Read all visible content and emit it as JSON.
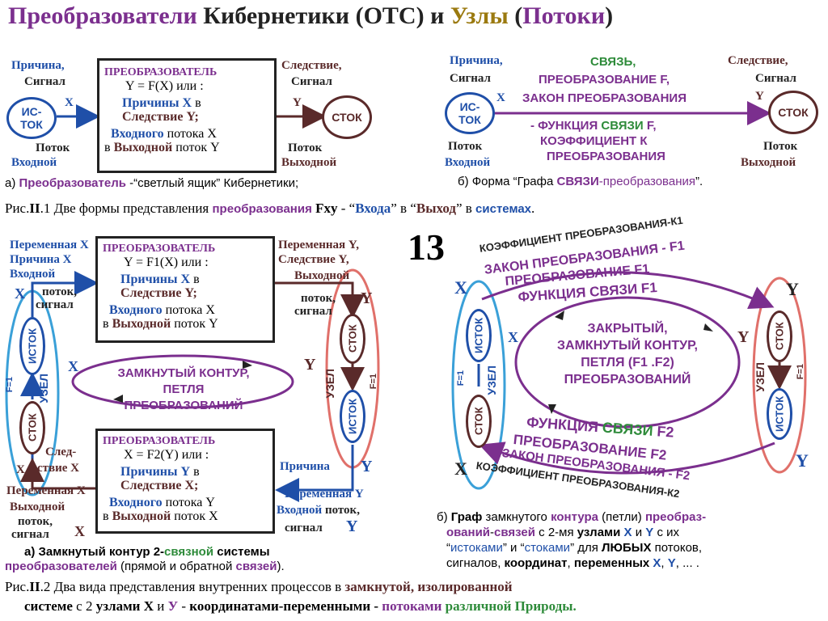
{
  "title": {
    "w1": "Преобразователи",
    "w2": "Кибернетики (ОТС) и",
    "w3": "Узлы",
    "w4": "(",
    "w5": "Потоки",
    ")": ")"
  },
  "page_number": "13",
  "top_left": {
    "cause": "Причина,",
    "signal": "Сигнал",
    "x": "X",
    "source1": "ИС-",
    "source2": "ТОК",
    "flow": "Поток",
    "input": "Входной",
    "box": {
      "title": "ПРЕОБРАЗОВАТЕЛЬ",
      "eq": "Y = F(X)  или :",
      "l2a": "Причины X",
      "l2b": " в",
      "l3": "Следствие Y;",
      "l4a": "Входного",
      "l4b": " потока X",
      "l5a": "в ",
      "l5b": "Выходной",
      "l5c": " поток Y"
    },
    "effect": "Следствие,",
    "signal2": "Сигнал",
    "y": "Y",
    "sink": "СТОК",
    "flow2": "Поток",
    "output": "Выходной",
    "caption_a": "а) ",
    "caption_b": "Преобразователь",
    "caption_c": " -“светлый ящик” Кибернетики;"
  },
  "top_right": {
    "cause": "Причина,",
    "signal": "Сигнал",
    "x": "X",
    "source1": "ИС-",
    "source2": "ТОК",
    "flow": "Поток",
    "input": "Входной",
    "c1": "СВЯЗЬ,",
    "c2": "ПРЕОБРАЗОВАНИЕ F,",
    "c3": "ЗАКОН ПРЕОБРАЗОВАНИЯ",
    "c4a": "- ФУНКЦИЯ ",
    "c4b": "СВЯЗИ",
    "c4c": " F,",
    "c5": "КОЭФФИЦИЕНТ К",
    "c6": "ПРЕОБРАЗОВАНИЯ",
    "effect": "Следствие,",
    "signal2": "Сигнал",
    "y": "Y",
    "sink": "СТОК",
    "flow2": "Поток",
    "output": "Выходной",
    "caption_a": "б)  Форма “Графа ",
    "caption_b": "СВЯЗИ",
    "caption_c": "-преобразования",
    "caption_d": "”."
  },
  "fig1": {
    "a": "Рис.",
    "b": "II",
    "c": ".1 Две формы представления ",
    "d": "преобразования",
    "e": " Fxy",
    "f": " - “",
    "g": "Входа",
    "h": "” в “",
    "i": "Выход",
    "j": "” в ",
    "k": "системах",
    "l": "."
  },
  "bottom_left": {
    "var_x": "Переменная X",
    "cause_x": "Причина X",
    "input": "Входной",
    "x1": "X",
    "flow": "поток,",
    "signal": "сигнал",
    "box1": {
      "title": "ПРЕОБРАЗОВАТЕЛЬ",
      "eq": "Y = F1(X)  или :",
      "l2a": "Причины X",
      "l2b": " в",
      "l3": "Следствие Y;",
      "l4a": "Входного",
      "l4b": " потока X",
      "l5a": "в ",
      "l5b": "Выходной",
      "l5c": " поток Y"
    },
    "var_y": "Переменная Y,",
    "effect_y": "Следствие Y,",
    "output": "Выходной",
    "flow2": "поток,",
    "signal2": "сигнал",
    "y1": "Y",
    "node_x": "УЗЕЛ",
    "f1": "F=1",
    "source": "ИСТОК",
    "sink": "СТОК",
    "x2": "X",
    "loop1": "ЗАМКНУТЫЙ КОНТУР,",
    "loop2": "ПЕТЛЯ ПРЕОБРАЗОВАНИЙ",
    "y2": "Y",
    "node_y": "УЗЕЛ",
    "f2": "F=1",
    "sink_y": "СТОК",
    "source_y": "ИСТОК",
    "box2": {
      "title": "ПРЕОБРАЗОВАТЕЛЬ",
      "eq": "X = F2(Y)  или :",
      "l2a": "Причины Y",
      "l2b": " в",
      "l3": "Следствие X;",
      "l4a": "Входного",
      "l4b": " потока Y",
      "l5a": "в ",
      "l5b": "Выходной",
      "l5c": " поток X"
    },
    "sled1": "След-",
    "sled2": "ствие X",
    "x3": "X",
    "var_x2": "Переменная X",
    "output_x": "Выходной",
    "flow3": "поток,",
    "signal3": "сигнал",
    "x4": "X",
    "cause_y": "Причина",
    "y3": "Y",
    "var_y2": "Переменная Y",
    "input_y": "Входной",
    "flow4": " поток,",
    "signal4": "сигнал",
    "y4": "Y",
    "caption1a": "а) Замкнутый контур 2-",
    "caption1b": "связной",
    "caption1c": " системы",
    "caption2a": "преобразователей",
    "caption2b": " (прямой и обратной ",
    "caption2c": "связей",
    "caption2d": ")."
  },
  "bottom_right": {
    "arc1": "КОЭФФИЦИЕНТ  ПРЕОБРАЗОВАНИЯ-К1",
    "arc2": "ЗАКОН ПРЕОБРАЗОВАНИЯ - F1",
    "arc3": "ПРЕОБРАЗОВАНИЕ F1",
    "arc4": "ФУНКЦИЯ  СВЯЗИ F1",
    "x1": "X",
    "y1": "Y",
    "x2": "X",
    "y2": "Y",
    "inner1": "ЗАКРЫТЫЙ,",
    "inner2": "ЗАМКНУТЫЙ КОНТУР,",
    "inner3": "ПЕТЛЯ (F1 .F2)",
    "inner4": "ПРЕОБРАЗОВАНИЙ",
    "node_x": "УЗЕЛ",
    "f1": "F=1",
    "source": "ИСТОК",
    "sink": "СТОК",
    "node_y": "УЗЕЛ",
    "f2": "F=1",
    "sink_y": "СТОК",
    "source_y": "ИСТОК",
    "arc5a": "ФУНКЦИЯ ",
    "arc5b": "СВЯЗИ",
    "arc5c": " F2",
    "arc6": "ПРЕОБРАЗОВАНИЕ F2",
    "arc7": "ЗАКОН ПРЕОБРАЗОВАНИЯ - F2",
    "arc8": "КОЭФФИЦИЕНТ  ПРЕОБРАЗОВАНИЯ-К2",
    "x3": "X",
    "y3": "Y",
    "cap": [
      {
        "a": "б) ",
        "b": "Граф",
        "c": " замкнутого ",
        "d": "контура",
        "e": " (петли) ",
        "f": "преобраз-"
      },
      {
        "a": "ований",
        "b": "-",
        "c": "связей",
        "d": "  с 2-мя ",
        "e": "узлами",
        "f": " X",
        "g": " и ",
        "h": " Y",
        "i": " с их"
      },
      {
        "a": "“",
        "b": "истоками",
        "c": "” и “",
        "d": "стоками",
        "e": "” для ",
        "f": "ЛЮБЫХ",
        "g": " потоков,"
      },
      {
        "a": "сигналов, ",
        "b": "координат",
        "c": ", ",
        "d": "переменных",
        "e": " X",
        "f": ", ",
        "g": "Y",
        "h": ", ... ."
      }
    ]
  },
  "fig2": {
    "l1a": "Рис.",
    "l1b": "II",
    "l1c": ".2 Два вида представления внутренних процессов в ",
    "l1d": "замкнутой, изолированной",
    "l2a": "системе",
    "l2b": " с 2 ",
    "l2c": "узлами X",
    "l2d": " и ",
    "l2e": "У",
    "l2f": " - ",
    "l2g": "координатами-переменными - ",
    "l2h": "потоками",
    "l2i": " различной Природы."
  }
}
